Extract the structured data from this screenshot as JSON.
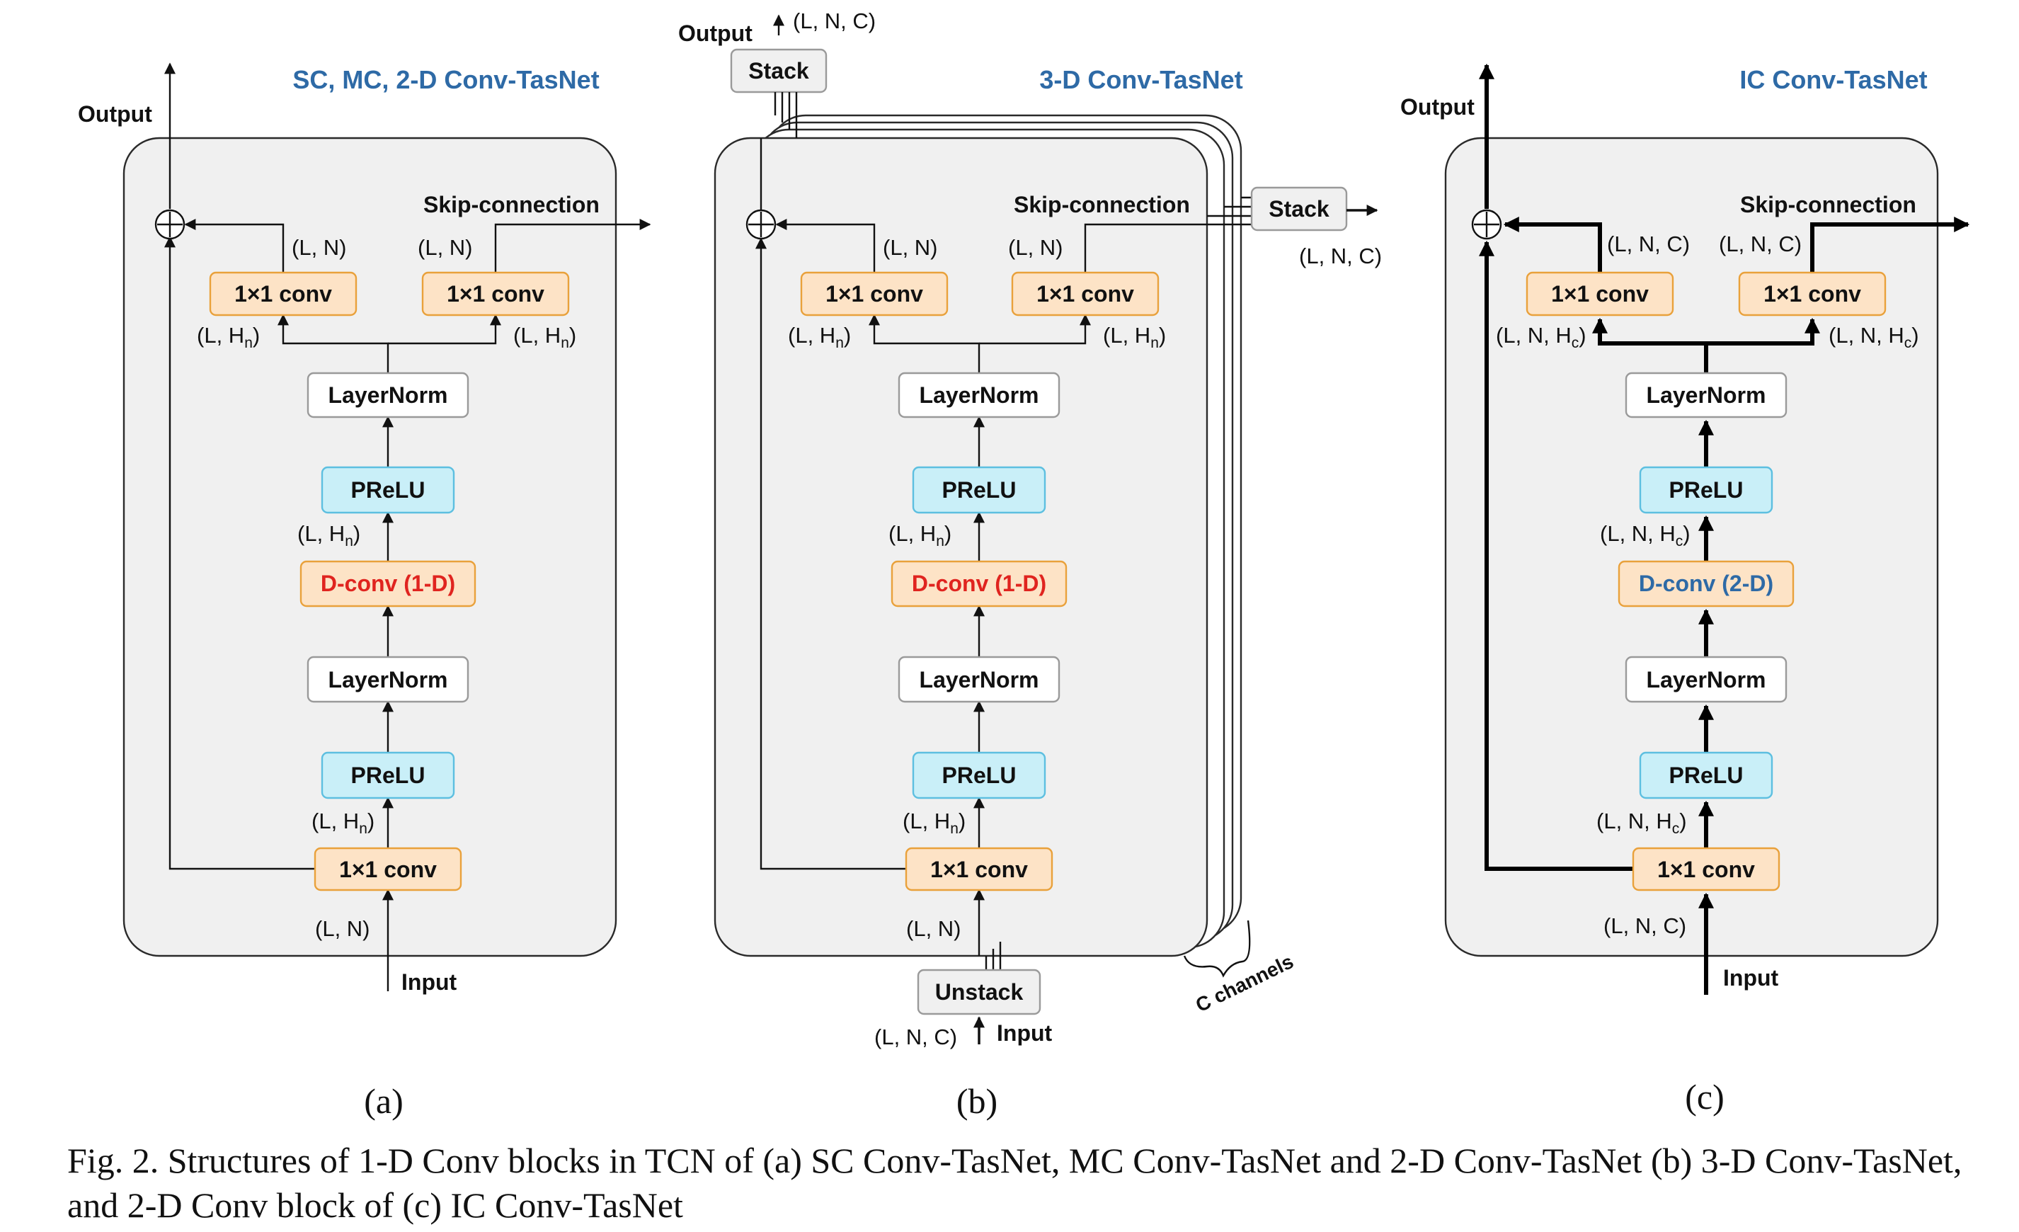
{
  "colors": {
    "panel_fill": "#f0f0f0",
    "panel_stroke": "#2a2a2a",
    "conv_fill": "#fde3c6",
    "conv_stroke": "#e9a13b",
    "prelu_fill": "#c9eff8",
    "prelu_stroke": "#5dbfe0",
    "norm_fill": "#ffffff",
    "norm_stroke": "#9a9a9a",
    "title_blue": "#2e6aa6",
    "dconv_red": "#e0241f",
    "dconv_blue": "#2e6aa6"
  },
  "panels": {
    "a": {
      "title": "SC, MC, 2-D Conv-TasNet",
      "output_label": "Output",
      "input_label": "Input",
      "skip_label": "Skip-connection",
      "id": "(a)",
      "boxes": {
        "conv_out_left": "1×1 conv",
        "conv_out_right": "1×1 conv",
        "layernorm_top": "LayerNorm",
        "prelu_top": "PReLU",
        "dconv": "D-conv (1-D)",
        "layernorm_bottom": "LayerNorm",
        "prelu_bottom": "PReLU",
        "conv_in": "1×1 conv"
      },
      "dims": {
        "res_out": "(L, N)",
        "skip_out": "(L, N)",
        "conv_left_in": "(L, H",
        "conv_right_in": "(L, H",
        "dconv_out": "(L, H",
        "conv_in_out": "(L, H",
        "input": "(L, N)",
        "sub_n": "n",
        "close": ")"
      }
    },
    "b": {
      "title": "3-D Conv-TasNet",
      "output_label": "Output",
      "output_dim": "(L, N, C)",
      "stack_top": "Stack",
      "stack_right": "Stack",
      "stack_right_dim": "(L, N, C)",
      "unstack": "Unstack",
      "input_label": "Input",
      "input_dim": "(L, N, C)",
      "skip_label": "Skip-connection",
      "channels_label": "C channels",
      "id": "(b)",
      "boxes": {
        "conv_out_left": "1×1 conv",
        "conv_out_right": "1×1 conv",
        "layernorm_top": "LayerNorm",
        "prelu_top": "PReLU",
        "dconv": "D-conv (1-D)",
        "layernorm_bottom": "LayerNorm",
        "prelu_bottom": "PReLU",
        "conv_in": "1×1 conv"
      },
      "dims": {
        "res_out": "(L, N)",
        "skip_out": "(L, N)",
        "conv_left_in": "(L, H",
        "conv_right_in": "(L, H",
        "dconv_out": "(L, H",
        "conv_in_out": "(L, H",
        "input": "(L, N)",
        "sub_n": "n",
        "close": ")"
      }
    },
    "c": {
      "title": "IC Conv-TasNet",
      "output_label": "Output",
      "input_label": "Input",
      "skip_label": "Skip-connection",
      "id": "(c)",
      "boxes": {
        "conv_out_left": "1×1 conv",
        "conv_out_right": "1×1 conv",
        "layernorm_top": "LayerNorm",
        "prelu_top": "PReLU",
        "dconv": "D-conv (2-D)",
        "layernorm_bottom": "LayerNorm",
        "prelu_bottom": "PReLU",
        "conv_in": "1×1 conv"
      },
      "dims": {
        "res_out": "(L, N, C)",
        "skip_out": "(L, N, C)",
        "conv_left_in": "(L, N, H",
        "conv_right_in": "(L, N, H",
        "dconv_out": "(L, N, H",
        "conv_in_out": "(L, N, H",
        "input": "(L, N, C)",
        "sub_c": "c",
        "close": ")"
      }
    }
  },
  "caption": "Fig. 2. Structures of 1-D Conv blocks in TCN of (a) SC Conv-TasNet, MC Conv-TasNet and 2-D Conv-TasNet (b) 3-D Conv-TasNet, and 2-D Conv block of (c) IC Conv-TasNet"
}
